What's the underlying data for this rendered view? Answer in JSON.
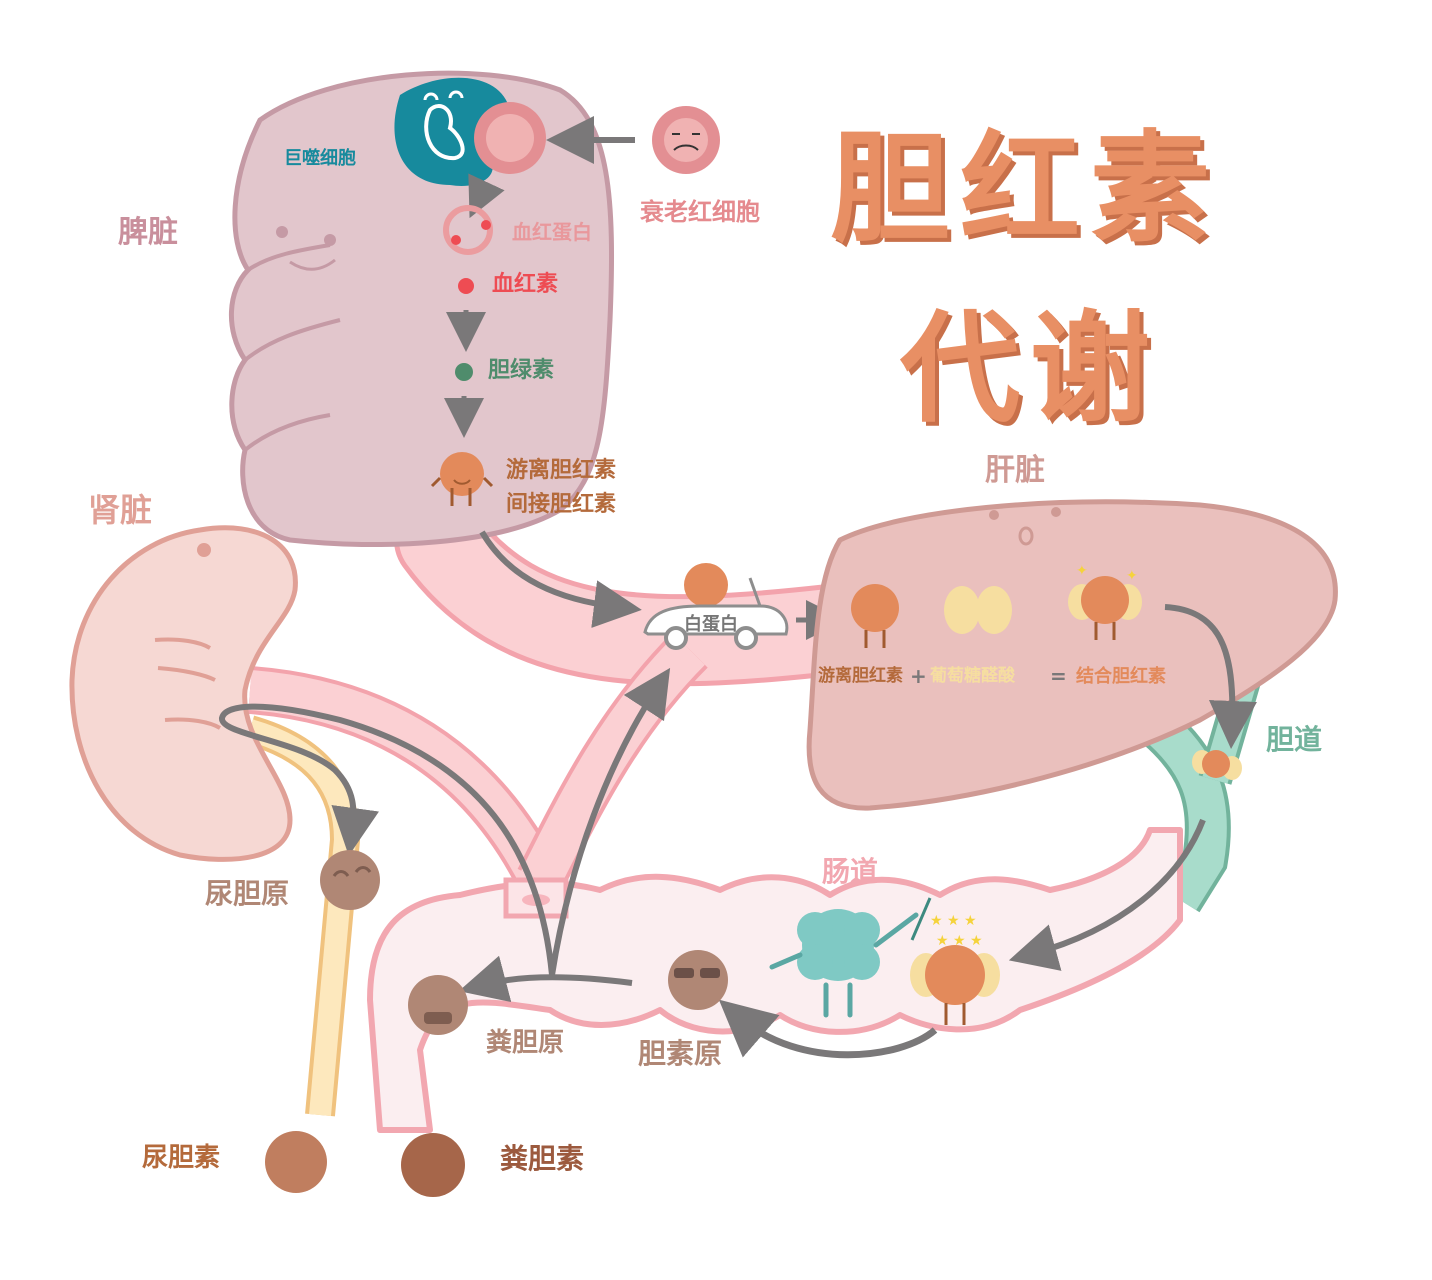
{
  "title": {
    "line1": "胆红素",
    "line2": "代谢",
    "color": "#e88f64"
  },
  "organs": {
    "spleen": {
      "label": "脾脏",
      "color": "#e2c6cc",
      "outline": "#c59aa5"
    },
    "liver": {
      "label": "肝脏",
      "color": "#eac0bd",
      "outline": "#cf9a94"
    },
    "kidney": {
      "label": "肾脏",
      "color": "#f6d8d3",
      "outline": "#e0a096"
    },
    "bile_duct": {
      "label": "胆道",
      "color": "#a8dccb",
      "outline": "#72b39c"
    },
    "intestine": {
      "label": "肠道",
      "color": "#fbeef0",
      "outline": "#f2a7b0"
    }
  },
  "spleen_process": {
    "macrophage": "巨噬细胞",
    "aged_rbc": "衰老红细胞",
    "hemoglobin": "血红蛋白",
    "heme": "血红素",
    "biliverdin": "胆绿素",
    "free_bilirubin_1": "游离胆红素",
    "free_bilirubin_2": "间接胆红素"
  },
  "transport": {
    "carrier": "白蛋白"
  },
  "liver_process": {
    "term1": "游离胆红素",
    "plus": "+",
    "term2": "葡萄糖醛酸",
    "equals": "=",
    "result": "结合胆红素"
  },
  "intestine_process": {
    "bilinogen": "胆素原",
    "stercobilinogen": "粪胆原",
    "urobilinogen": "尿胆原"
  },
  "excretion": {
    "urobilin": "尿胆素",
    "stercobilin": "粪胆素"
  },
  "colors": {
    "arrow": "#7a7879",
    "heme_red": "#ee4c53",
    "biliverdin_green": "#4f8c6c",
    "bilirubin_orange": "#e38a5b",
    "glucuronic_yellow": "#f6dea0",
    "label_brown": "#b46a3b",
    "urobilinogen_brown": "#b08775",
    "vessel_pink": "#fbd0d3"
  }
}
